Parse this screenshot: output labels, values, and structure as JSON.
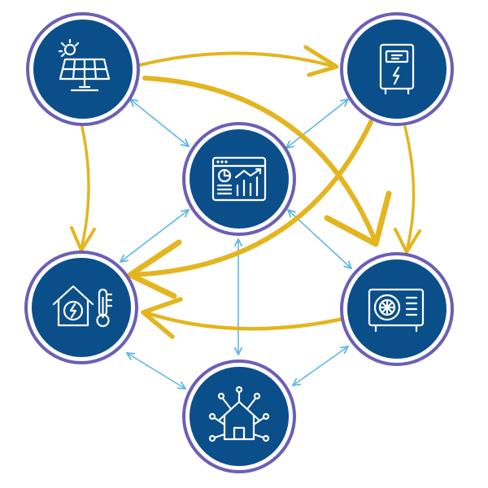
{
  "diagram": {
    "colors": {
      "node_fill": "#0b4f8a",
      "node_ring": "#6b5fb5",
      "energy_flow": "#e3b51f",
      "data_link": "#5fb8df",
      "icon": "#ffffff"
    },
    "nodes": [
      {
        "id": "solar",
        "icon": "solar-panel-icon"
      },
      {
        "id": "inverter",
        "icon": "battery-inverter-icon"
      },
      {
        "id": "monitor",
        "icon": "dashboard-analytics-icon"
      },
      {
        "id": "building",
        "icon": "house-thermometer-icon"
      },
      {
        "id": "heatpump",
        "icon": "heat-pump-fan-icon"
      },
      {
        "id": "smarthome",
        "icon": "smart-home-network-icon"
      }
    ],
    "energy_flows": [
      [
        "solar",
        "inverter"
      ],
      [
        "solar",
        "heatpump"
      ],
      [
        "solar",
        "building"
      ],
      [
        "inverter",
        "building"
      ],
      [
        "inverter",
        "heatpump"
      ],
      [
        "heatpump",
        "building"
      ]
    ],
    "data_links": [
      [
        "monitor",
        "solar"
      ],
      [
        "monitor",
        "inverter"
      ],
      [
        "monitor",
        "building"
      ],
      [
        "monitor",
        "heatpump"
      ],
      [
        "monitor",
        "smarthome"
      ],
      [
        "building",
        "smarthome"
      ],
      [
        "heatpump",
        "smarthome"
      ]
    ]
  }
}
